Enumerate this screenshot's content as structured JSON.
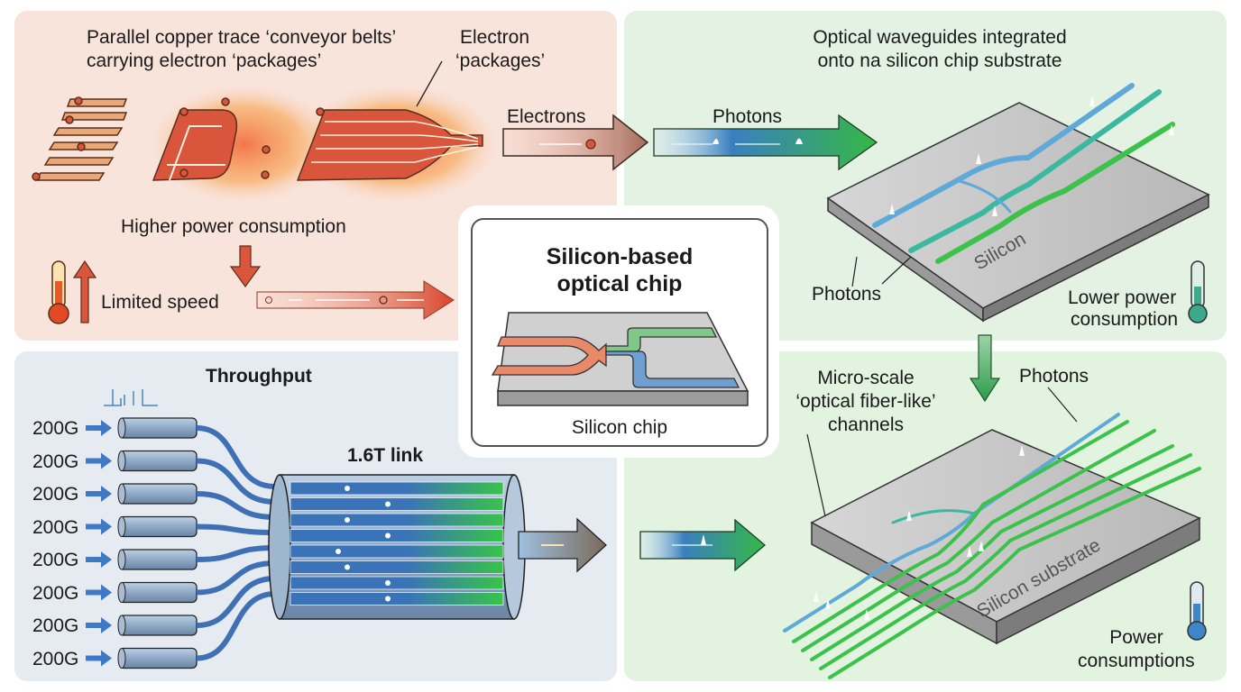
{
  "copper_panel": {
    "title_line1": "Parallel copper trace ‘conveyor belts’",
    "title_line2": "carrying electron ‘packages’",
    "callout_line1": "Electron",
    "callout_line2": "‘packages’",
    "electrons_label": "Electrons",
    "power_label": "Higher power consumption",
    "speed_label": "Limited speed",
    "color": "#d9553b"
  },
  "optical_panel": {
    "title_line1": "Optical waveguides integrated",
    "title_line2": "onto na silicon chip substrate",
    "photons_arrow_label": "Photons",
    "photons_callout": "Photons",
    "chip_label": "Silicon",
    "power_line1": "Lower power",
    "power_line2": "consumption",
    "thermometer_level": 0.55,
    "color": "#3cb04a"
  },
  "center_card": {
    "title_line1": "Silicon-based",
    "title_line2": "optical chip",
    "caption": "Silicon chip"
  },
  "throughput_panel": {
    "title": "Throughput",
    "link_label": "1.6T link",
    "channels": [
      "200G",
      "200G",
      "200G",
      "200G",
      "200G",
      "200G",
      "200G",
      "200G"
    ],
    "color": "#3f78c4"
  },
  "substrate_panel": {
    "callout_line1": "Micro-scale",
    "callout_line2": "‘optical fiber-like’",
    "callout_line3": "channels",
    "photons_label": "Photons",
    "substrate_label": "Silicon substrate",
    "power_line1": "Power",
    "power_line2": "consumptions",
    "thermometer_level": 0.6
  }
}
